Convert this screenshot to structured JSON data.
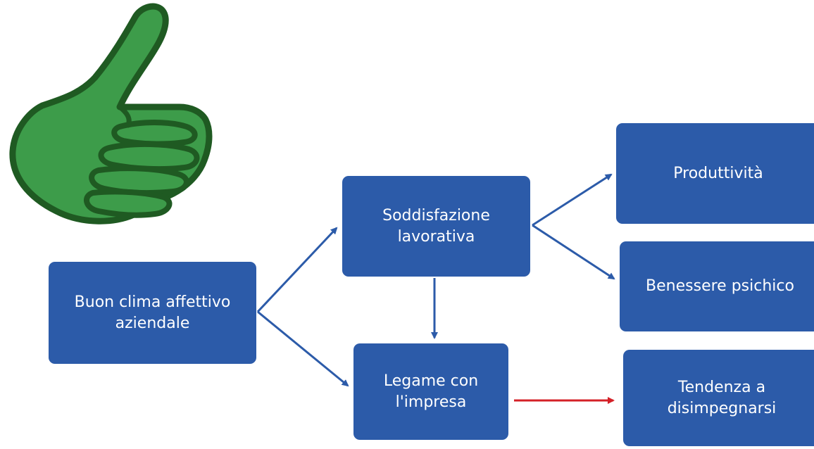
{
  "diagram": {
    "nodes": [
      {
        "id": "clima",
        "label": "Buon clima affettivo\naziendale"
      },
      {
        "id": "soddisf",
        "label": "Soddisfazione\nlavorativa"
      },
      {
        "id": "legame",
        "label": "Legame con\nl'impresa"
      },
      {
        "id": "produtt",
        "label": "Produttività"
      },
      {
        "id": "benessere",
        "label": "Benessere psichico"
      },
      {
        "id": "tendenza",
        "label": "Tendenza a\ndisimpegnarsi"
      }
    ],
    "edges": [
      {
        "from": "clima",
        "to": "soddisf",
        "color": "#2c5ba9"
      },
      {
        "from": "clima",
        "to": "legame",
        "color": "#2c5ba9"
      },
      {
        "from": "soddisf",
        "to": "legame",
        "color": "#2c5ba9"
      },
      {
        "from": "soddisf",
        "to": "produtt",
        "color": "#2c5ba9"
      },
      {
        "from": "soddisf",
        "to": "benessere",
        "color": "#2c5ba9"
      },
      {
        "from": "legame",
        "to": "tendenza",
        "color": "#d42027"
      }
    ]
  },
  "icons": {
    "thumb": {
      "name": "thumbs-up-icon",
      "fill": "#3d9c4a",
      "stroke": "#1f5a22"
    }
  },
  "colors": {
    "node_fill": "#2c5ba9",
    "node_text": "#ffffff",
    "positive_arrow": "#2c5ba9",
    "negative_arrow": "#d42027"
  }
}
